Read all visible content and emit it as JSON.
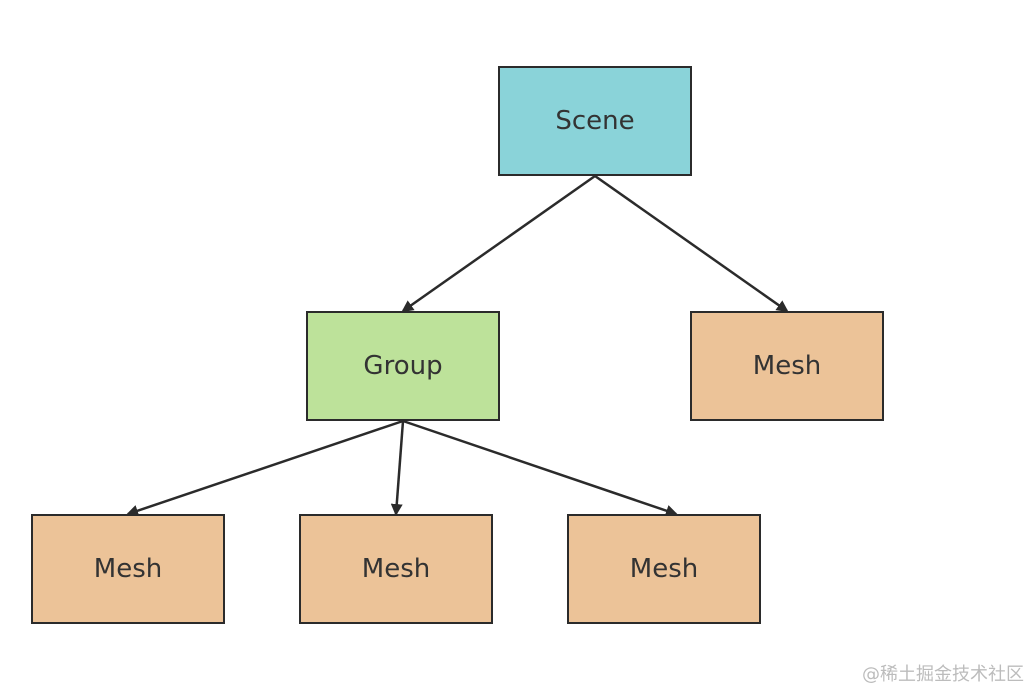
{
  "diagram": {
    "nodes": [
      {
        "id": "scene",
        "label": "Scene",
        "color": "#8ad3d9"
      },
      {
        "id": "group",
        "label": "Group",
        "color": "#bde29a"
      },
      {
        "id": "mesh_right",
        "label": "Mesh",
        "color": "#ecc398"
      },
      {
        "id": "mesh_1",
        "label": "Mesh",
        "color": "#ecc398"
      },
      {
        "id": "mesh_2",
        "label": "Mesh",
        "color": "#ecc398"
      },
      {
        "id": "mesh_3",
        "label": "Mesh",
        "color": "#ecc398"
      }
    ],
    "edges": [
      {
        "from": "scene",
        "to": "group"
      },
      {
        "from": "scene",
        "to": "mesh_right"
      },
      {
        "from": "group",
        "to": "mesh_1"
      },
      {
        "from": "group",
        "to": "mesh_2"
      },
      {
        "from": "group",
        "to": "mesh_3"
      }
    ],
    "stroke_color": "#2b2b2b"
  },
  "watermark": "@稀土掘金技术社区"
}
